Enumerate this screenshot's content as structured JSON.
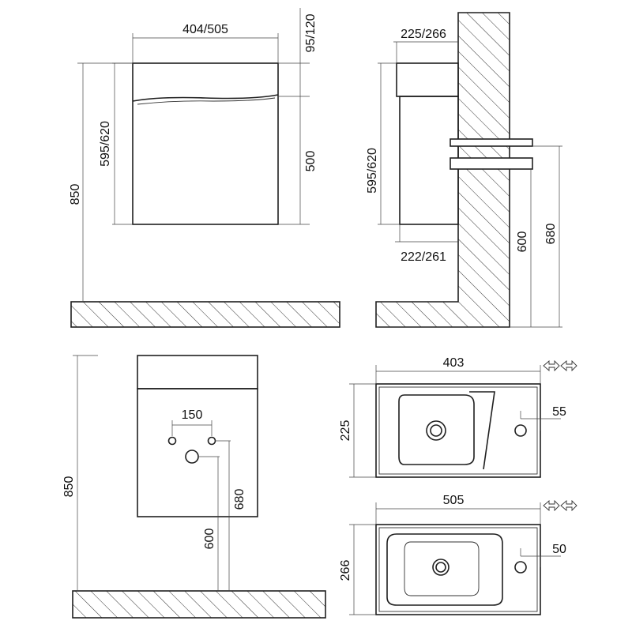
{
  "front_view": {
    "width": "404/505",
    "top_height": "95/120",
    "cabinet_height": "595/620",
    "door_height": "500",
    "total_height": "850"
  },
  "side_view": {
    "top_depth": "225/266",
    "cabinet_height": "595/620",
    "bottom_depth": "222/261",
    "pipe_low": "600",
    "pipe_high": "680"
  },
  "rear_view": {
    "pipe_spacing": "150",
    "total_height": "850",
    "pipe_low": "600",
    "pipe_high": "680"
  },
  "basin_small": {
    "width": "403",
    "depth": "225",
    "tap_offset": "55"
  },
  "basin_large": {
    "width": "505",
    "depth": "266",
    "tap_offset": "50"
  }
}
